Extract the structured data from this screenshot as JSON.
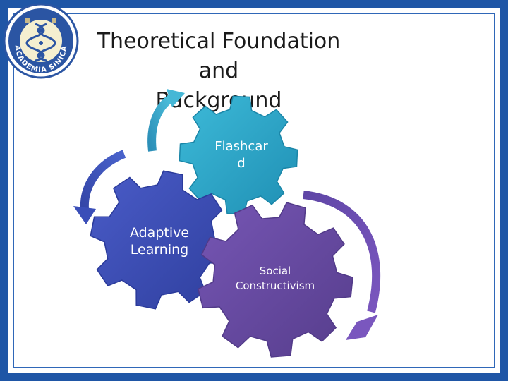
{
  "slide": {
    "title": "Theoretical Foundation and\nBackground",
    "logo": {
      "icon": "academia-sinica-seal",
      "text": "ACADEMIA SINICA",
      "colors": {
        "ring": "#2b55a3",
        "fill": "#f4efd0"
      }
    }
  },
  "diagram": {
    "gears": [
      {
        "label": "Flashcar\nd",
        "color": "#2ea3c6",
        "edge": "#1a86a8"
      },
      {
        "label": "Adaptive\nLearning",
        "color": "#3d4fb8",
        "edge": "#2a3a9a"
      },
      {
        "label": "Social\nConstructivism",
        "color": "#6a4ba6",
        "edge": "#513a88"
      }
    ],
    "arrows": [
      {
        "from": "Adaptive Learning",
        "to": "Flashcard",
        "color": "#35a9cc"
      },
      {
        "from": "Flashcard",
        "to": "Adaptive Learning",
        "color": "#3d55c0"
      },
      {
        "from": "Flashcard",
        "to": "Social Constructivism",
        "color": "#6b4fb0"
      }
    ]
  }
}
